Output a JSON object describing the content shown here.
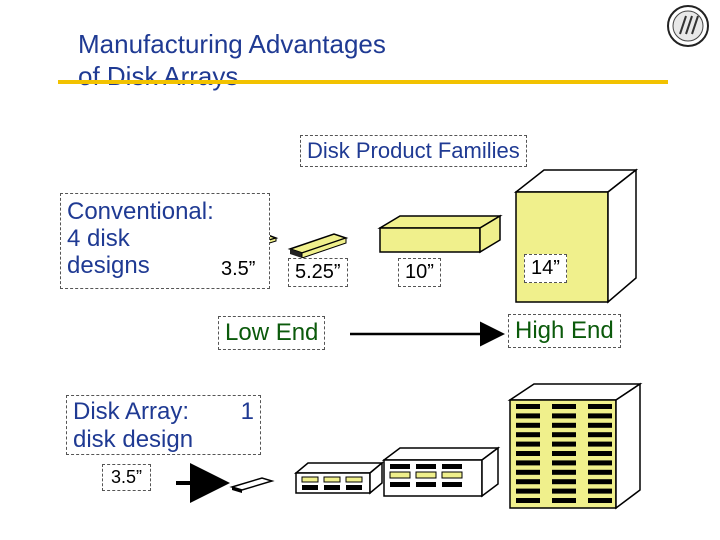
{
  "title": {
    "line1": "Manufacturing Advantages",
    "line2": "of Disk Arrays"
  },
  "families_label": "Disk Product Families",
  "conventional": {
    "line1": "Conventional:",
    "line2": "4 disk",
    "line3": "designs"
  },
  "sizes": {
    "s35": "3.5”",
    "s525": "5.25”",
    "s10": "10”",
    "s14": "14”"
  },
  "range": {
    "low": "Low End",
    "high": "High End"
  },
  "array": {
    "line1": "Disk Array:",
    "one": "1",
    "line2": "disk design",
    "size": "3.5”"
  },
  "colors": {
    "title": "#1f3a93",
    "accent_rule": "#f2c200",
    "disk_fill": "#f0f08c",
    "range_text": "#0b5a0b"
  }
}
